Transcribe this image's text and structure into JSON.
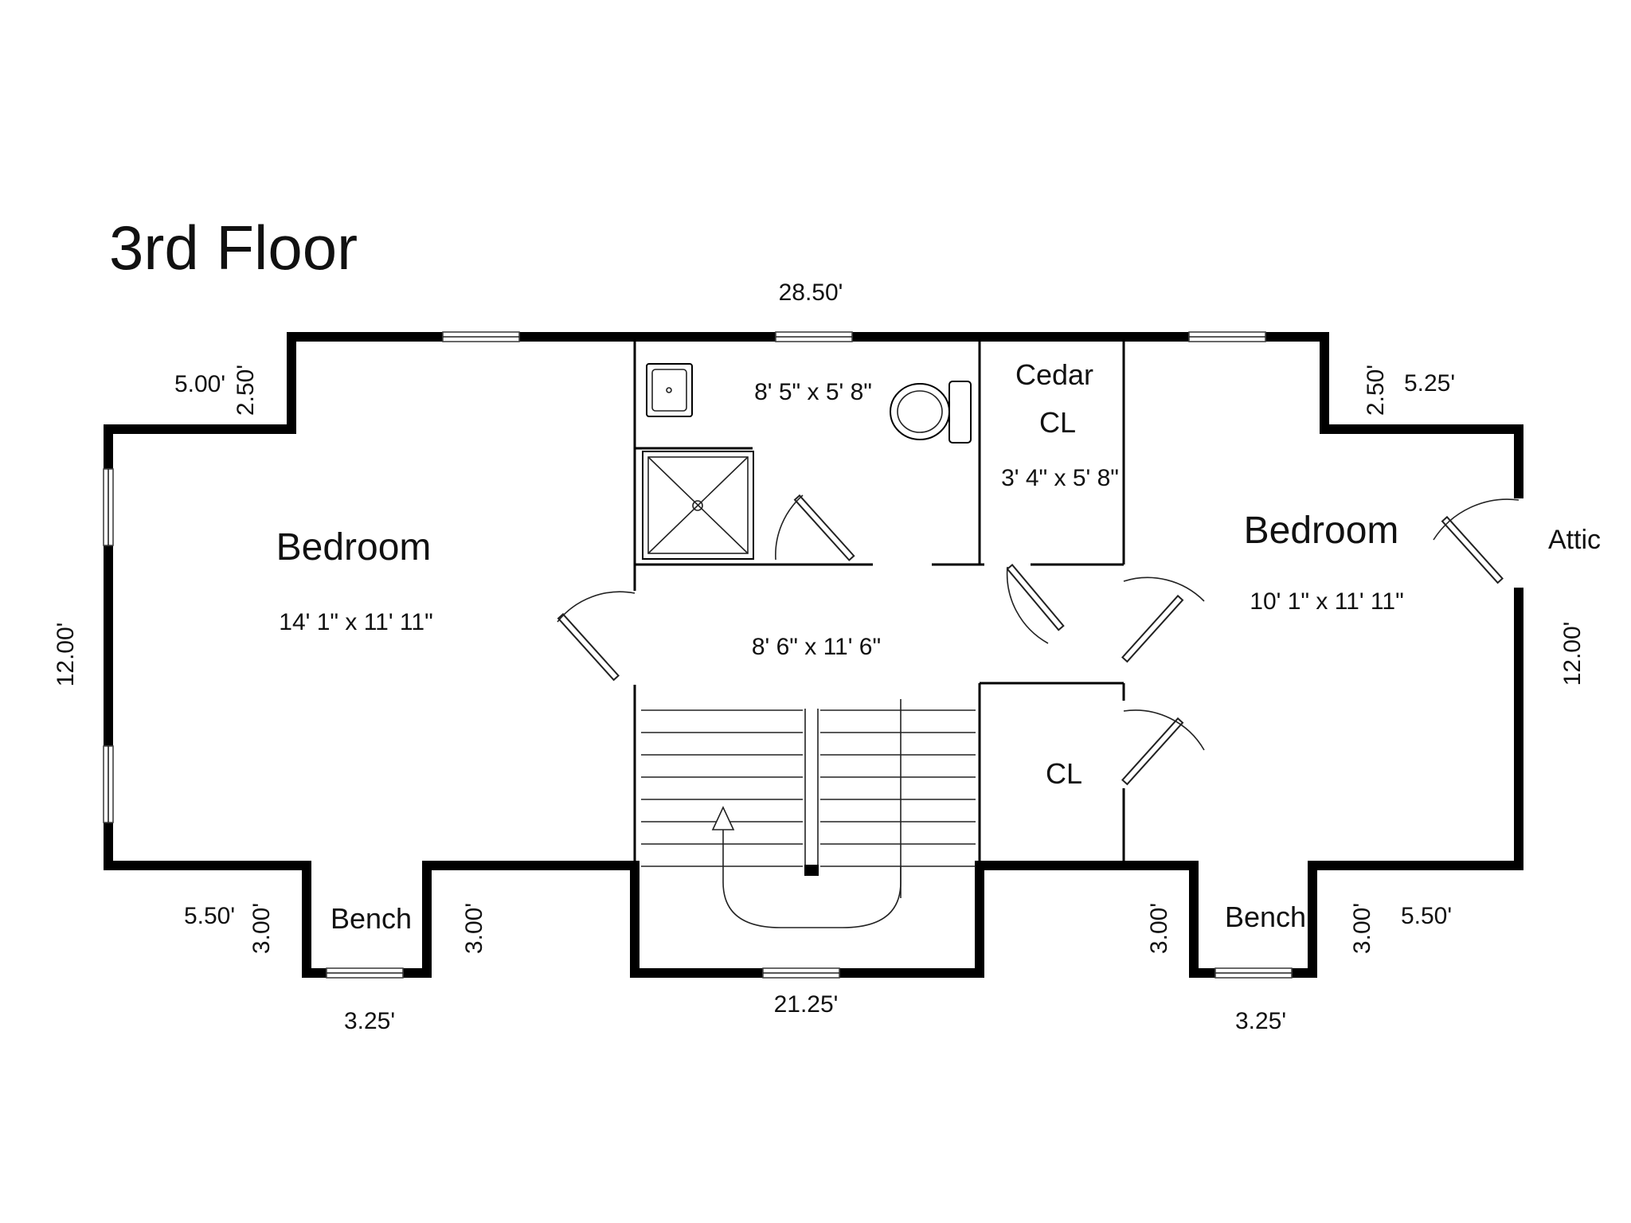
{
  "title": "3rd Floor",
  "rooms": {
    "bedroom_left": {
      "name": "Bedroom",
      "size": "14' 1\" x 11' 11\""
    },
    "bath": {
      "size": "8' 5\" x 5' 8\""
    },
    "cedar_closet": {
      "name_line1": "Cedar",
      "name_line2": "CL",
      "size": "3' 4\" x 5' 8\""
    },
    "bedroom_right": {
      "name": "Bedroom",
      "size": "10' 1\" x 11' 11\""
    },
    "hall": {
      "size": "8' 6\" x 11' 6\""
    },
    "closet": {
      "name": "CL"
    },
    "attic": {
      "name": "Attic"
    },
    "bench_left": {
      "name": "Bench"
    },
    "bench_right": {
      "name": "Bench"
    }
  },
  "dimensions": {
    "top_width": "28.50'",
    "bottom_width": "21.25'",
    "left_top_offset": "5.00'",
    "left_top_step": "2.50'",
    "right_top_step": "2.50'",
    "right_top_offset": "5.25'",
    "left_height": "12.00'",
    "right_height": "12.00'",
    "left_bottom_offset": "5.50'",
    "left_bench_depth": "3.00'",
    "left_bench_depth_inner": "3.00'",
    "left_bench_width": "3.25'",
    "right_bench_depth_inner": "3.00'",
    "right_bench_depth": "3.00'",
    "right_bottom_offset": "5.50'",
    "right_bench_width": "3.25'"
  }
}
